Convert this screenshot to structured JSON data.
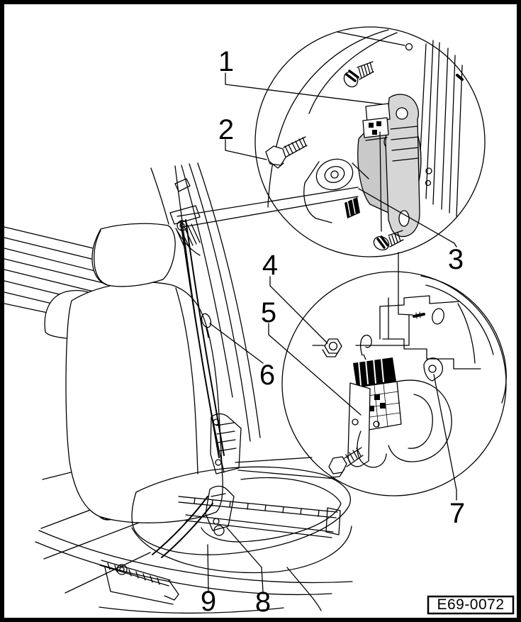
{
  "figure": {
    "reference_code": "E69-0072",
    "callouts": [
      {
        "label": "1"
      },
      {
        "label": "2"
      },
      {
        "label": "3"
      },
      {
        "label": "4"
      },
      {
        "label": "5"
      },
      {
        "label": "6"
      },
      {
        "label": "7"
      },
      {
        "label": "8"
      },
      {
        "label": "9"
      }
    ],
    "colors": {
      "line": "#000000",
      "background": "#ffffff",
      "shaded_part": "#c9c9c9",
      "shaded_part_light": "#d6d6d6"
    }
  }
}
